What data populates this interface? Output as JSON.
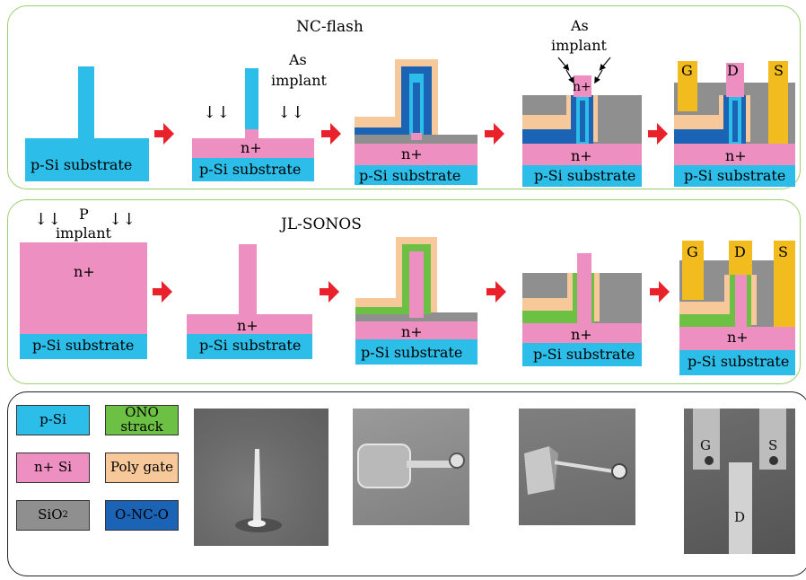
{
  "colors": {
    "psi": "#2cbde8",
    "nplus": "#ee8fc2",
    "oxide": "#8f8f8f",
    "poly": "#f7c899",
    "onc": "#1b63b5",
    "ono": "#6cc044",
    "metal": "#f3bc1e",
    "panel_border": "#9ccf6e"
  },
  "nc_flash": {
    "title": "NC-flash",
    "implant_as_1": [
      "As",
      "implant"
    ],
    "implant_as_2": [
      "As",
      "implant"
    ],
    "labels": {
      "substrate": "p-Si substrate",
      "nplus": "n+",
      "g": "G",
      "d": "D",
      "s": "S"
    }
  },
  "jl_sonos": {
    "title": "JL-SONOS",
    "implant_p": [
      "P",
      "implant"
    ],
    "labels": {
      "substrate": "p-Si substrate",
      "nplus": "n+",
      "g": "G",
      "d": "D",
      "s": "S"
    }
  },
  "legend": [
    {
      "key": "psi",
      "label": "p-Si"
    },
    {
      "key": "ono",
      "label": "ONO strack"
    },
    {
      "key": "nplus",
      "label": "n+ Si"
    },
    {
      "key": "poly",
      "label": "Poly gate"
    },
    {
      "key": "oxide",
      "label": "SiO",
      "sub": "2"
    },
    {
      "key": "onc",
      "label": "O-NC-O"
    }
  ],
  "sem_labels": {
    "g": "G",
    "s": "S",
    "d": "D"
  }
}
